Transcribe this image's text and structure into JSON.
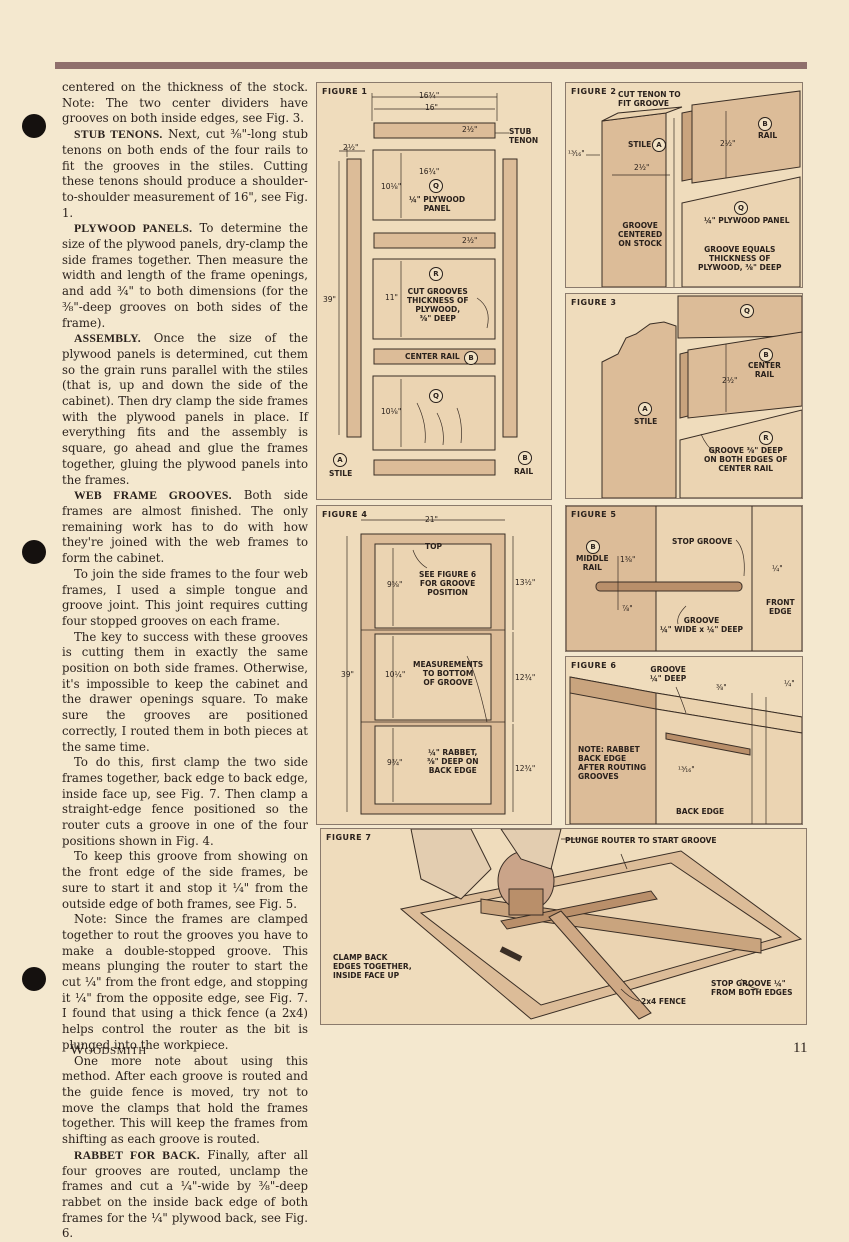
{
  "page": {
    "footer_publication": "Woodsmith",
    "page_number": "11"
  },
  "article": {
    "p1": "centered on the thickness of the stock. Note: The two center dividers have grooves on both inside edges, see Fig. 3.",
    "p2_head": "STUB TENONS.",
    "p2": " Next, cut ⅜\"-long stub tenons on both ends of the four rails to fit the grooves in the stiles. Cutting these tenons should produce a shoulder-to-shoulder measurement of 16\", see Fig. 1.",
    "p3_head": "PLYWOOD PANELS.",
    "p3": " To determine the size of the plywood panels, dry-clamp the side frames together. Then measure the width and length of the frame openings, and add ¾\" to both dimensions (for the ⅜\"-deep grooves on both sides of the frame).",
    "p4_head": "ASSEMBLY.",
    "p4": " Once the size of the plywood panels is determined, cut them so the grain runs parallel with the stiles (that is, up and down the side of the cabinet). Then dry clamp the side frames with the plywood panels in place. If everything fits and the assembly is square, go ahead and glue the frames together, gluing the plywood panels into the frames.",
    "p5_head": "WEB FRAME GROOVES.",
    "p5": " Both side frames are almost finished. The only remaining work has to do with how they're joined with the web frames to form the cabinet.",
    "p6": "To join the side frames to the four web frames, I used a simple tongue and groove joint. This joint requires cutting four stopped grooves on each frame.",
    "p7": "The key to success with these grooves is cutting them in exactly the same position on both side frames. Otherwise, it's impossible to keep the cabinet and the drawer openings square. To make sure the grooves are positioned correctly, I routed them in both pieces at the same time.",
    "p8": "To do this, first clamp the two side frames together, back edge to back edge, inside face up, see Fig. 7. Then clamp a straight-edge fence positioned so the router cuts a groove in one of the four positions shown in Fig. 4.",
    "p9": "To keep this groove from showing on the front edge of the side frames, be sure to start it and stop it ¼\" from the outside edge of both frames, see Fig. 5.",
    "p10": "Note: Since the frames are clamped together to rout the grooves you have to make a double-stopped groove. This means plunging the router to start the cut ¼\" from the front edge, and stopping it ¼\" from the opposite edge, see Fig. 7. I found that using a thick fence (a 2x4) helps control the router as the bit is plunged into the workpiece.",
    "p11": "One more note about using this method. After each groove is routed and the guide fence is moved, try not to move the clamps that hold the frames together. This will keep the frames from shifting as each groove is routed.",
    "p12_head": "RABBET FOR BACK.",
    "p12": " Finally, after all four grooves are routed, unclamp the frames and cut a ¼\"-wide by ⅜\"-deep rabbet on the inside back edge of both frames for the ¼\" plywood back, see Fig. 6."
  },
  "fig1": {
    "title": "FIGURE 1",
    "d_overall": "16¾\"",
    "d_shoulder": "16\"",
    "d_rail": "2½\"",
    "d_stile": "2½\"",
    "stub_tenon": "STUB\nTENON",
    "d_panel_w": "16¾\"",
    "d_panel1_h": "10⅛\"",
    "panel_label": "¼\" PLYWOOD\nPANEL",
    "d_rail2": "2½\"",
    "d_height": "39\"",
    "d_panel2_h": "11\"",
    "groove_note": "CUT GROOVES\nTHICKNESS OF\nPLYWOOD,\n⅜\" DEEP",
    "center_rail": "CENTER RAIL",
    "d_panel3_h": "10⅛\"",
    "stile": "STILE",
    "rail": "RAIL",
    "a": "A",
    "b": "B",
    "q": "Q",
    "r": "R"
  },
  "fig2": {
    "title": "FIGURE 2",
    "tenon_note": "CUT TENON TO\nFIT GROOVE",
    "rail": "RAIL",
    "stile": "STILE",
    "d_rail": "2½\"",
    "d_small": "¹³⁄₁₆\"",
    "d_stile": "2½\"",
    "groove_centered": "GROOVE\nCENTERED\nON STOCK",
    "panel": "¼\" PLYWOOD PANEL",
    "groove_equals": "GROOVE EQUALS\nTHICKNESS OF\nPLYWOOD, ⅜\" DEEP",
    "a": "A",
    "b": "B",
    "q": "Q"
  },
  "fig3": {
    "title": "FIGURE 3",
    "center_rail": "CENTER\nRAIL",
    "d_rail": "2½\"",
    "stile": "STILE",
    "groove_note": "GROOVE ⅜\" DEEP\nON BOTH EDGES OF\nCENTER RAIL",
    "a": "A",
    "b": "B",
    "q": "Q",
    "r": "R"
  },
  "fig4": {
    "title": "FIGURE 4",
    "d_width": "21\"",
    "top": "TOP",
    "see_fig6": "SEE FIGURE 6\nFOR GROOVE\nPOSITION",
    "d_a": "9⅝\"",
    "d_b": "13½\"",
    "d_height": "39\"",
    "measurements": "MEASUREMENTS\nTO BOTTOM\nOF GROOVE",
    "d_c": "10¼\"",
    "d_d": "12¾\"",
    "rabbet": "¼\" RABBET,\n⅜\" DEEP ON\nBACK EDGE",
    "d_e": "9¾\"",
    "d_f": "12¾\""
  },
  "fig5": {
    "title": "FIGURE 5",
    "middle_rail": "MIDDLE\nRAIL",
    "d_rail": "1⅜\"",
    "stop_groove": "STOP GROOVE",
    "d_quarter": "¼\"",
    "front_edge": "FRONT\nEDGE",
    "d_small": "⅞\"",
    "groove": "GROOVE\n¼\" WIDE x ¼\" DEEP",
    "b": "B"
  },
  "fig6": {
    "title": "FIGURE 6",
    "groove": "GROOVE\n¼\" DEEP",
    "d_a": "⅜\"",
    "d_b": "¼\"",
    "note": "NOTE: RABBET\nBACK EDGE\nAFTER ROUTING\nGROOVES",
    "d_c": "¹³⁄₁₆\"",
    "back_edge": "BACK EDGE"
  },
  "fig7": {
    "title": "FIGURE 7",
    "plunge": "PLUNGE ROUTER TO START GROOVE",
    "clamp_note": "CLAMP BACK\nEDGES TOGETHER,\nINSIDE FACE UP",
    "stop_groove": "STOP GROOVE ¼\"\nFROM BOTH EDGES",
    "fence": "2x4 FENCE"
  },
  "colors": {
    "paper": "#f4e8cf",
    "ink": "#2a211c",
    "rule": "#8f6f6c",
    "wood": "#d9b995",
    "wood_dark": "#b98f6a"
  }
}
